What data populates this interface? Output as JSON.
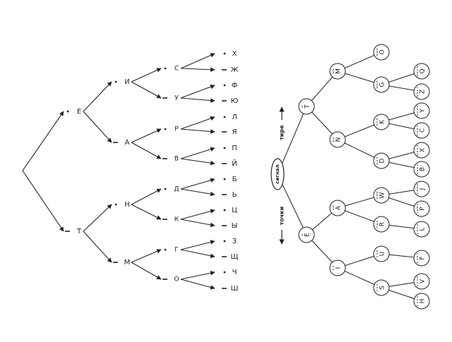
{
  "cyrillic_tree": {
    "root": "",
    "level1": [
      {
        "letter": "Е",
        "code": "·"
      },
      {
        "letter": "Т",
        "code": "–"
      }
    ],
    "level2": [
      {
        "letter": "И",
        "code": "·"
      },
      {
        "letter": "А",
        "code": "–"
      },
      {
        "letter": "Н",
        "code": "·"
      },
      {
        "letter": "М",
        "code": "–"
      }
    ],
    "level3": [
      {
        "letter": "С",
        "code": "·"
      },
      {
        "letter": "У",
        "code": "–"
      },
      {
        "letter": "Р",
        "code": "·"
      },
      {
        "letter": "В",
        "code": "–"
      },
      {
        "letter": "Д",
        "code": "·"
      },
      {
        "letter": "К",
        "code": "–"
      },
      {
        "letter": "Г",
        "code": "·"
      },
      {
        "letter": "О",
        "code": "–"
      }
    ],
    "level4": [
      {
        "letter": "Х",
        "code": "·"
      },
      {
        "letter": "Ж",
        "code": "–"
      },
      {
        "letter": "Ф",
        "code": "·"
      },
      {
        "letter": "Ю",
        "code": "–"
      },
      {
        "letter": "Л",
        "code": "·"
      },
      {
        "letter": "Я",
        "code": "–"
      },
      {
        "letter": "П",
        "code": "·"
      },
      {
        "letter": "Й",
        "code": "–"
      },
      {
        "letter": "Б",
        "code": "·"
      },
      {
        "letter": "Ь",
        "code": "–"
      },
      {
        "letter": "Ц",
        "code": "·"
      },
      {
        "letter": "Ы",
        "code": "–"
      },
      {
        "letter": "З",
        "code": "·"
      },
      {
        "letter": "Щ",
        "code": "–"
      },
      {
        "letter": "Ч",
        "code": "·"
      },
      {
        "letter": "Ш",
        "code": "–"
      }
    ]
  },
  "latin_tree": {
    "root_label": "сигнал",
    "dash_label": "тире",
    "dot_label": "точки",
    "nodes": [
      {
        "id": "T",
        "label": "T",
        "code": "–"
      },
      {
        "id": "M",
        "label": "M",
        "code": "––"
      },
      {
        "id": "O",
        "label": "O",
        "code": "–––"
      },
      {
        "id": "G",
        "label": "G",
        "code": "––·"
      },
      {
        "id": "Q",
        "label": "Q",
        "code": "––·–"
      },
      {
        "id": "Z",
        "label": "Z",
        "code": "––··"
      },
      {
        "id": "N",
        "label": "N",
        "code": "–·"
      },
      {
        "id": "K",
        "label": "K",
        "code": "–·–"
      },
      {
        "id": "Y",
        "label": "Y",
        "code": "–·––"
      },
      {
        "id": "C",
        "label": "C",
        "code": "–·–·"
      },
      {
        "id": "D",
        "label": "D",
        "code": "–··"
      },
      {
        "id": "X",
        "label": "X",
        "code": "–··–"
      },
      {
        "id": "B",
        "label": "B",
        "code": "–···"
      },
      {
        "id": "E",
        "label": "E",
        "code": "·"
      },
      {
        "id": "A",
        "label": "A",
        "code": "·–"
      },
      {
        "id": "W",
        "label": "W",
        "code": "·––"
      },
      {
        "id": "J",
        "label": "J",
        "code": "·–––"
      },
      {
        "id": "P",
        "label": "P",
        "code": "·––·"
      },
      {
        "id": "R",
        "label": "R",
        "code": "·–·"
      },
      {
        "id": "L",
        "label": "L",
        "code": "·–··"
      },
      {
        "id": "I",
        "label": "I",
        "code": "··"
      },
      {
        "id": "U",
        "label": "U",
        "code": "··–"
      },
      {
        "id": "F",
        "label": "F",
        "code": "··–·"
      },
      {
        "id": "S",
        "label": "S",
        "code": "···"
      },
      {
        "id": "V",
        "label": "V",
        "code": "···–"
      },
      {
        "id": "H",
        "label": "H",
        "code": "····"
      }
    ]
  },
  "colors": {
    "ink": "#222222",
    "background": "#ffffff"
  }
}
